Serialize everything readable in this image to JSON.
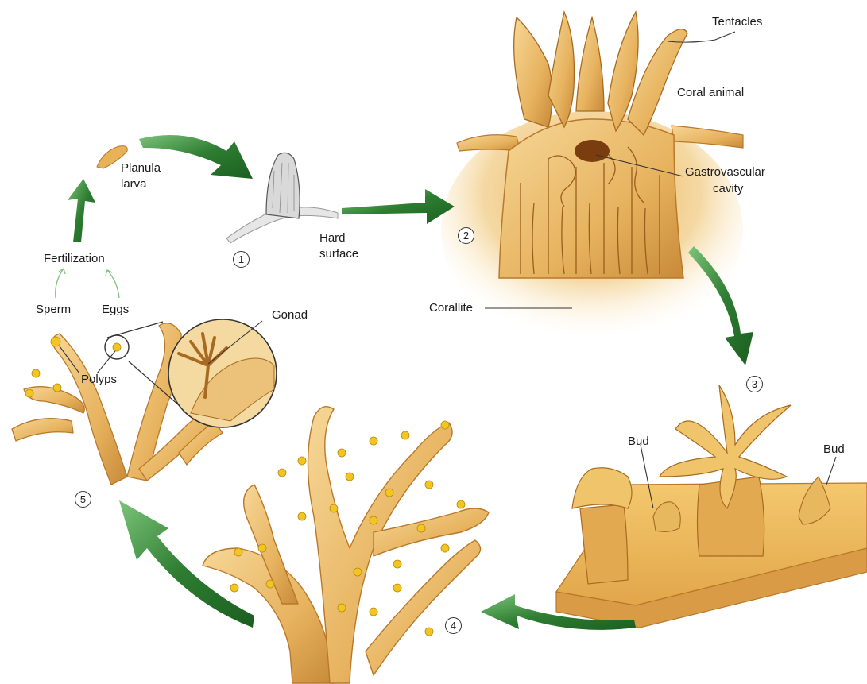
{
  "labels": {
    "tentacles": "Tentacles",
    "coral_animal": "Coral animal",
    "gastrovascular_cavity_line1": "Gastrovascular",
    "gastrovascular_cavity_line2": "cavity",
    "corallite": "Corallite",
    "planula_line1": "Planula",
    "planula_line2": "larva",
    "hard_surface_line1": "Hard",
    "hard_surface_line2": "surface",
    "fertilization": "Fertilization",
    "sperm": "Sperm",
    "eggs": "Eggs",
    "gonad": "Gonad",
    "polyps": "Polyps",
    "bud_left": "Bud",
    "bud_right": "Bud"
  },
  "steps": [
    "1",
    "2",
    "3",
    "4",
    "5"
  ],
  "colors": {
    "arrow_green": "#2e7d32",
    "arrow_dark": "#1b5e20",
    "coral_light": "#f3cf86",
    "coral_mid": "#e0a84c",
    "coral_dark": "#b9782a",
    "polyp_yellow": "#f4c521",
    "thin_arrow": "#7fbf7f"
  }
}
